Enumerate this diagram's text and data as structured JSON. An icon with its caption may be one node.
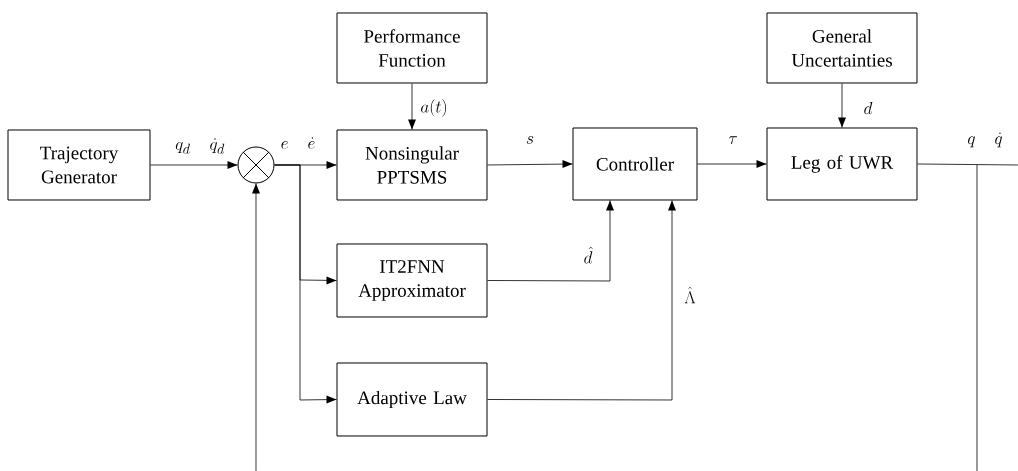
{
  "diagram": {
    "nodes": [
      {
        "text": [
          "Trajectory Generator"
        ]
      },
      {
        "text": [],
        "shape": "circle"
      },
      {
        "text": [
          "Performance Function"
        ]
      },
      {
        "text": [
          "Nonsingular PPTSMS"
        ]
      },
      {
        "text": [
          "IT2FNN Approximator"
        ]
      },
      {
        "text": [
          "Adaptive Law"
        ]
      },
      {
        "text": [
          "Controller"
        ]
      },
      {
        "text": [
          "General Uncertainties"
        ]
      },
      {
        "text": [
          "Leg of UWR"
        ]
      }
    ],
    "edges": [
      {
        "from": 0,
        "to": 1,
        "arrow": "to",
        "label": "q_d \\quad \\dot{q}_d"
      },
      {
        "from": 1,
        "to": 3,
        "arrow": "to",
        "label": "e \\quad \\dot{e}"
      },
      {
        "from": 1,
        "to": 4,
        "arrow": "to"
      },
      {
        "from": 1,
        "to": 5,
        "arrow": "to"
      },
      {
        "from": 2,
        "to": 3,
        "arrow": "to",
        "label": "a(t)"
      },
      {
        "from": 3,
        "to": 6,
        "arrow": "to",
        "label": "s"
      },
      {
        "from": 4,
        "to": 6,
        "arrow": "to",
        "label": "\\hat{d}"
      },
      {
        "from": 5,
        "to": 6,
        "arrow": "to",
        "label": "\\hat{\\Lambda}"
      },
      {
        "from": 6,
        "to": 8,
        "arrow": "to",
        "label": "\\tau"
      },
      {
        "from": 7,
        "to": 8,
        "arrow": "to",
        "label": "d"
      },
      {
        "from": 8,
        "to": null,
        "arrow": "none",
        "label": "q \\quad \\dot{q}"
      },
      {
        "from": null,
        "to": 1,
        "arrow": "to"
      }
    ]
  }
}
